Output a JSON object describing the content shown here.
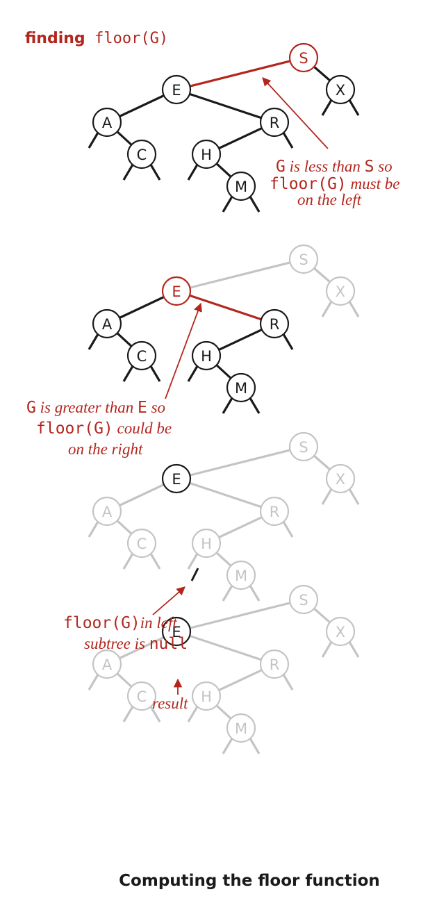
{
  "heading": {
    "word": "finding",
    "code": "floor(G)"
  },
  "caption": "Computing the floor function",
  "colors": {
    "black": "#1a1a1a",
    "red": "#b3261e",
    "gray": "#c4c4c4",
    "white": "#ffffff"
  },
  "nodes": [
    "S",
    "E",
    "X",
    "A",
    "R",
    "C",
    "H",
    "M"
  ],
  "stages": [
    {
      "nodes": {
        "S": "red",
        "E": "black",
        "X": "black",
        "A": "black",
        "R": "black",
        "C": "black",
        "H": "black",
        "M": "black"
      },
      "edges": {
        "ES": "red",
        "SX": "black",
        "AE": "black",
        "ER": "black",
        "AC": "black",
        "HR": "black",
        "HM": "black"
      },
      "nulls": {
        "X": "black",
        "A": "black",
        "C": "black",
        "H": "black",
        "M": "black",
        "R": "black"
      },
      "note": {
        "l1a": "G",
        "l1b": " is less than ",
        "l1c": "S",
        "l1d": " so",
        "l2a": "floor(G)",
        "l2b": " must be",
        "l3": "on the left"
      }
    },
    {
      "nodes": {
        "S": "gray",
        "E": "red",
        "X": "gray",
        "A": "black",
        "R": "black",
        "C": "black",
        "H": "black",
        "M": "black"
      },
      "edges": {
        "ES": "gray",
        "SX": "gray",
        "AE": "black",
        "ER": "red",
        "AC": "black",
        "HR": "black",
        "HM": "black"
      },
      "nulls": {
        "X": "gray",
        "A": "black",
        "C": "black",
        "H": "black",
        "M": "black",
        "R": "black"
      },
      "note": {
        "l1a": "G",
        "l1b": " is greater than ",
        "l1c": "E",
        "l1d": " so",
        "l2a": "floor(G)",
        "l2b": " could be",
        "l3": "on the right"
      }
    },
    {
      "nodes": {
        "S": "gray",
        "E": "black",
        "X": "gray",
        "A": "gray",
        "R": "gray",
        "C": "gray",
        "H": "gray",
        "M": "gray"
      },
      "edges": {
        "ES": "gray",
        "SX": "gray",
        "AE": "gray",
        "ER": "gray",
        "AC": "gray",
        "HR": "gray",
        "HM": "gray"
      },
      "nulls": {
        "X": "gray",
        "A": "gray",
        "C": "gray",
        "H": "gray",
        "M": "gray",
        "R": "gray"
      },
      "note": {
        "l1a": "floor(G)",
        "l1b": "in left",
        "l2a": "subtree is ",
        "l2b": "null"
      }
    },
    {
      "nodes": {
        "S": "gray",
        "E": "black",
        "X": "gray",
        "A": "gray",
        "R": "gray",
        "C": "gray",
        "H": "gray",
        "M": "gray"
      },
      "edges": {
        "ES": "gray",
        "SX": "gray",
        "AE": "gray",
        "ER": "gray",
        "AC": "gray",
        "HR": "gray",
        "HM": "gray"
      },
      "nulls": {
        "X": "gray",
        "A": "gray",
        "C": "gray",
        "H": "gray",
        "M": "gray",
        "R": "gray"
      },
      "note": {
        "l1": "result"
      }
    }
  ]
}
